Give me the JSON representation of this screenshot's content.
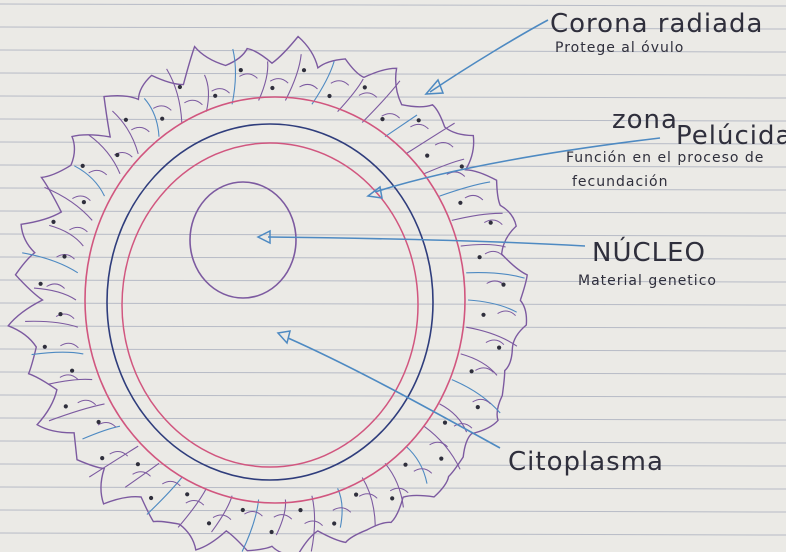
{
  "colors": {
    "paper": "#ebeae6",
    "ruled_line": "#b7bbc6",
    "margin_line": "#c7a6b5",
    "ink_blue": "#4e8ac2",
    "ink_navy": "#2f3d7c",
    "ink_red": "#d1567f",
    "ink_purple": "#7c5aa0",
    "pencil": "#2f2f3c"
  },
  "labels": {
    "corona_title": "Corona radiada",
    "corona_desc": "Protege al óvulo",
    "zona_title_1": "zona",
    "zona_title_2": "Pelúcida",
    "zona_desc_1": "Función en el proceso de",
    "zona_desc_2": "fecundación",
    "nucleo_title": "NÚCLEO",
    "nucleo_desc": "Material genetico",
    "citoplasma_title": "Citoplasma"
  },
  "icons": {
    "arrowhead": "triangle-arrowhead-icon"
  }
}
